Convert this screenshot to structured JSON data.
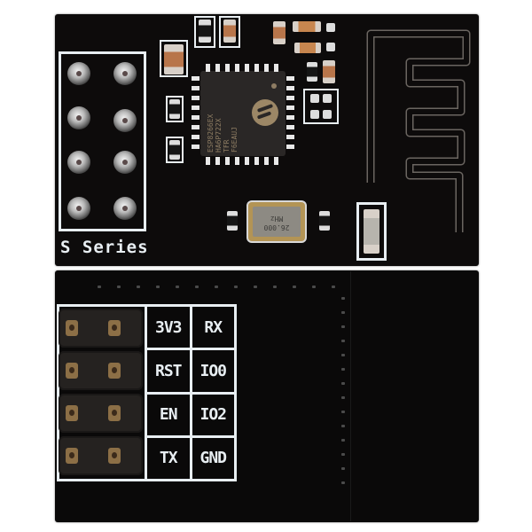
{
  "image": {
    "subject": "ESP-01S WiFi module, front and back views",
    "board_colors": {
      "pcb": "#0d0b0b",
      "silkscreen": "#e8eef2",
      "chip_body": "#2a2726",
      "crystal_can": "#b39455"
    }
  },
  "top_view": {
    "series_label": "S Series",
    "chip": {
      "marking_lines": [
        "ESP8266EX",
        "HA6P722X",
        "TFR",
        "F6EAUJ"
      ],
      "logo": "espressif-logo"
    },
    "crystal": {
      "lines": [
        "26.000",
        "MHz"
      ]
    },
    "antenna": "meander-pcb-antenna",
    "header_holes": 8
  },
  "bottom_view": {
    "pin_labels": [
      [
        "3V3",
        "RX"
      ],
      [
        "RST",
        "IO0"
      ],
      [
        "EN",
        "IO2"
      ],
      [
        "TX",
        "GND"
      ]
    ],
    "header_pins": 8
  }
}
